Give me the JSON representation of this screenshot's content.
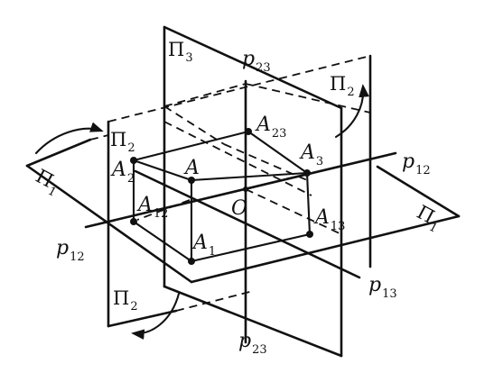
{
  "figure": {
    "axes": [
      {
        "name": "p",
        "sub": "12"
      },
      {
        "name": "p",
        "sub": "12"
      },
      {
        "name": "p",
        "sub": "23"
      },
      {
        "name": "p",
        "sub": "23"
      },
      {
        "name": "p",
        "sub": "13"
      }
    ],
    "planes": [
      {
        "name": "Π",
        "sub": "3"
      },
      {
        "name": "Π",
        "sub": "2"
      },
      {
        "name": "Π",
        "sub": "2"
      },
      {
        "name": "Π",
        "sub": "2"
      },
      {
        "name": "Π",
        "sub": "1"
      },
      {
        "name": "Π",
        "sub": "1"
      }
    ],
    "points": [
      {
        "name": "A",
        "sub": ""
      },
      {
        "name": "A",
        "sub": "1"
      },
      {
        "name": "A",
        "sub": "2"
      },
      {
        "name": "A",
        "sub": "3"
      },
      {
        "name": "A",
        "sub": "12"
      },
      {
        "name": "A",
        "sub": "13"
      },
      {
        "name": "A",
        "sub": "23"
      },
      {
        "name": "O",
        "sub": ""
      }
    ]
  }
}
